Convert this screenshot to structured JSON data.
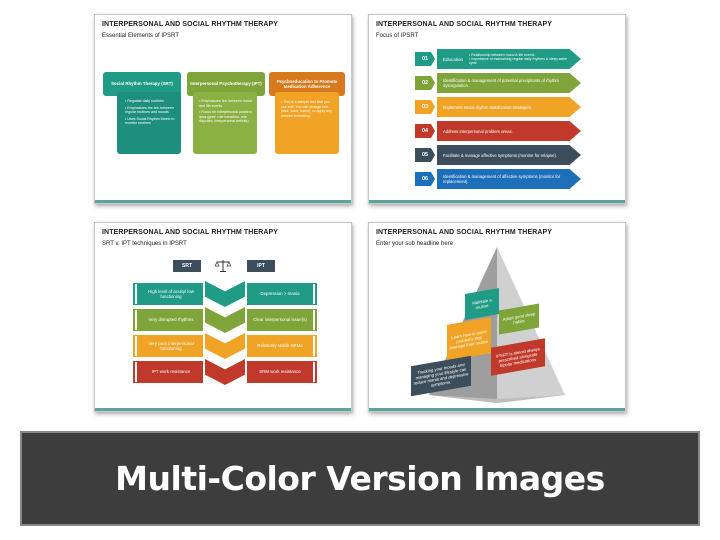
{
  "slides": [
    {
      "title": "INTERPERSONAL AND SOCIAL RHYTHM THERAPY",
      "subtitle": "Essential Elements of IPSRT",
      "columns": [
        {
          "heading": "Social Rhythm Therapy (SRT)",
          "color": "#1f9b86",
          "body_color": "#1e8f7e",
          "bullets": [
            "Regulate daily routines",
            "Emphasizes the link between regular routines and moods",
            "Uses Social Rhythm Metric to monitor routines"
          ]
        },
        {
          "heading": "Interpersonal Psychotherapy (IPT)",
          "color": "#7ea43a",
          "body_color": "#8bb044",
          "bullets": [
            "Emphasizes link between mood and life events",
            "Focus on interpersonal problem area (grief, role transition, role disputes, interpersonal deficits)"
          ]
        },
        {
          "heading": "Psychoeducation to Promote Medication Adherence",
          "color": "#d7791c",
          "body_color": "#f0a325",
          "bullets": [
            "This is a sample text that you can edit. You can change font (size, color, name), or apply any desired formatting."
          ]
        }
      ]
    },
    {
      "title": "INTERPERSONAL AND SOCIAL RHYTHM THERAPY",
      "subtitle": "Focus of IPSRT",
      "rows": [
        {
          "num": "01",
          "color": "#1f9b86",
          "label": "Education",
          "bullets": [
            "Relationship between mood & life events",
            "Importance of maintaining regular daily rhythms & sleep-wake cycle"
          ]
        },
        {
          "num": "02",
          "color": "#7ea43a",
          "text": "Identification & management of potential precipitants of rhythm dysregulation."
        },
        {
          "num": "03",
          "color": "#f0a325",
          "text": "Implement social rhythm stabilization strategies."
        },
        {
          "num": "04",
          "color": "#c0392b",
          "text": "Address interpersonal problem areas."
        },
        {
          "num": "05",
          "color": "#3c4d5c",
          "text": "Facilitate & manage affective symptoms (monitor for relapse)."
        },
        {
          "num": "06",
          "color": "#1c6fb8",
          "text": "Identification & management of affective symptoms (monitor for replacement)."
        }
      ]
    },
    {
      "title": "INTERPERSONAL AND SOCIAL RHYTHM THERAPY",
      "subtitle": "SRT v. IPT techniques in IPSRT",
      "left_head": "SRT",
      "right_head": "IPT",
      "left": [
        "High level of acuity/ low functioning",
        "Very disrupted rhythms",
        "Very poor interpersonal functioning",
        "IPT work resistance"
      ],
      "right": [
        "Depression > mania",
        "Clear interpersonal issue(s)",
        "Relatively stable SRMs",
        "SRM work resistance"
      ],
      "colors": [
        "#1f9b86",
        "#7ea43a",
        "#f0a325",
        "#c0392b"
      ]
    },
    {
      "title": "INTERPERSONAL AND SOCIAL RHYTHM THERAPY",
      "subtitle": "Enter your sub headline here",
      "boxes": [
        {
          "text": "Maintain a routine",
          "color": "#1f9b86"
        },
        {
          "text": "Adopt good sleep habits",
          "color": "#7ea43a"
        },
        {
          "text": "Learn how to solve problems that interrupt their routine",
          "color": "#f0a325"
        },
        {
          "text": "IPSRT is almost always prescribed alongside bipolar medications",
          "color": "#c0392b"
        },
        {
          "text": "Tracking your moods and managing your lifestyle can reduce mania and depressive symptoms.",
          "color": "#3c4d5c"
        }
      ]
    }
  ],
  "banner": {
    "text": "Multi-Color Version Images"
  }
}
